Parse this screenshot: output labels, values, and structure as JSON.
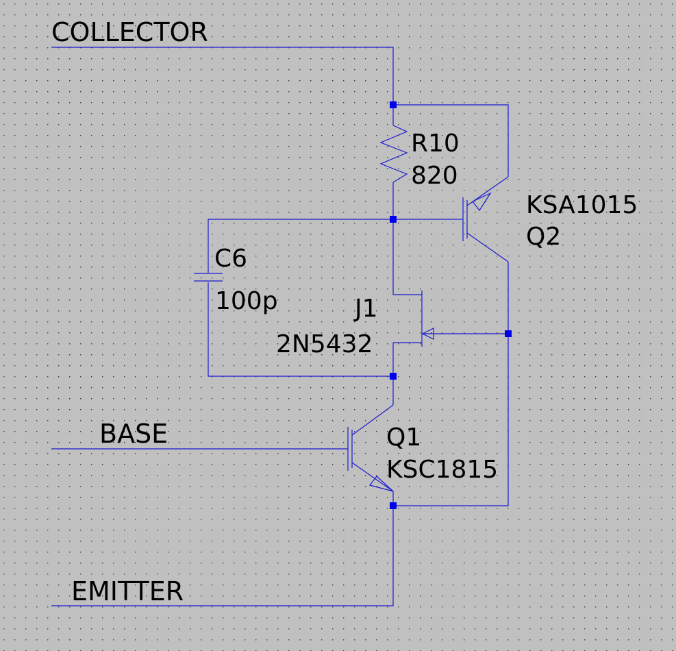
{
  "schematic": {
    "nets": {
      "collector": "COLLECTOR",
      "base": "BASE",
      "emitter": "EMITTER"
    },
    "components": {
      "r10": {
        "ref": "R10",
        "value": "820"
      },
      "c6": {
        "ref": "C6",
        "value": "100p"
      },
      "j1": {
        "ref": "J1",
        "value": "2N5432"
      },
      "q1": {
        "ref": "Q1",
        "value": "KSC1815"
      },
      "q2": {
        "value": "KSA1015",
        "ref": "Q2"
      }
    },
    "colors": {
      "background": "#c0c0c0",
      "wire": "#1a1ad0",
      "junction": "#0000ee",
      "grid_dot": "#3a3a3a",
      "text": "#000000"
    }
  }
}
